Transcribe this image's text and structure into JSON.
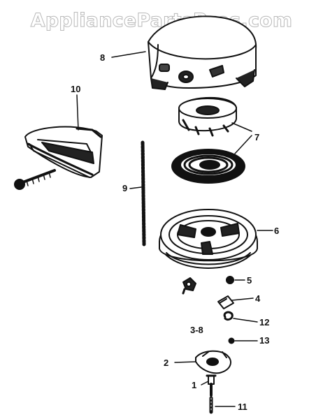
{
  "watermark": "AppliancePartsPros.com",
  "callouts": {
    "c1": "1",
    "c2": "2",
    "c3": "3-8",
    "c4": "4",
    "c5": "5",
    "c6": "6",
    "c7": "7",
    "c8": "8",
    "c9": "9",
    "c10": "10",
    "c11": "11",
    "c12": "12",
    "c13": "13"
  },
  "colors": {
    "ink": "#111111",
    "paper": "#ffffff",
    "watermark_outline": "#b9b9b9"
  }
}
